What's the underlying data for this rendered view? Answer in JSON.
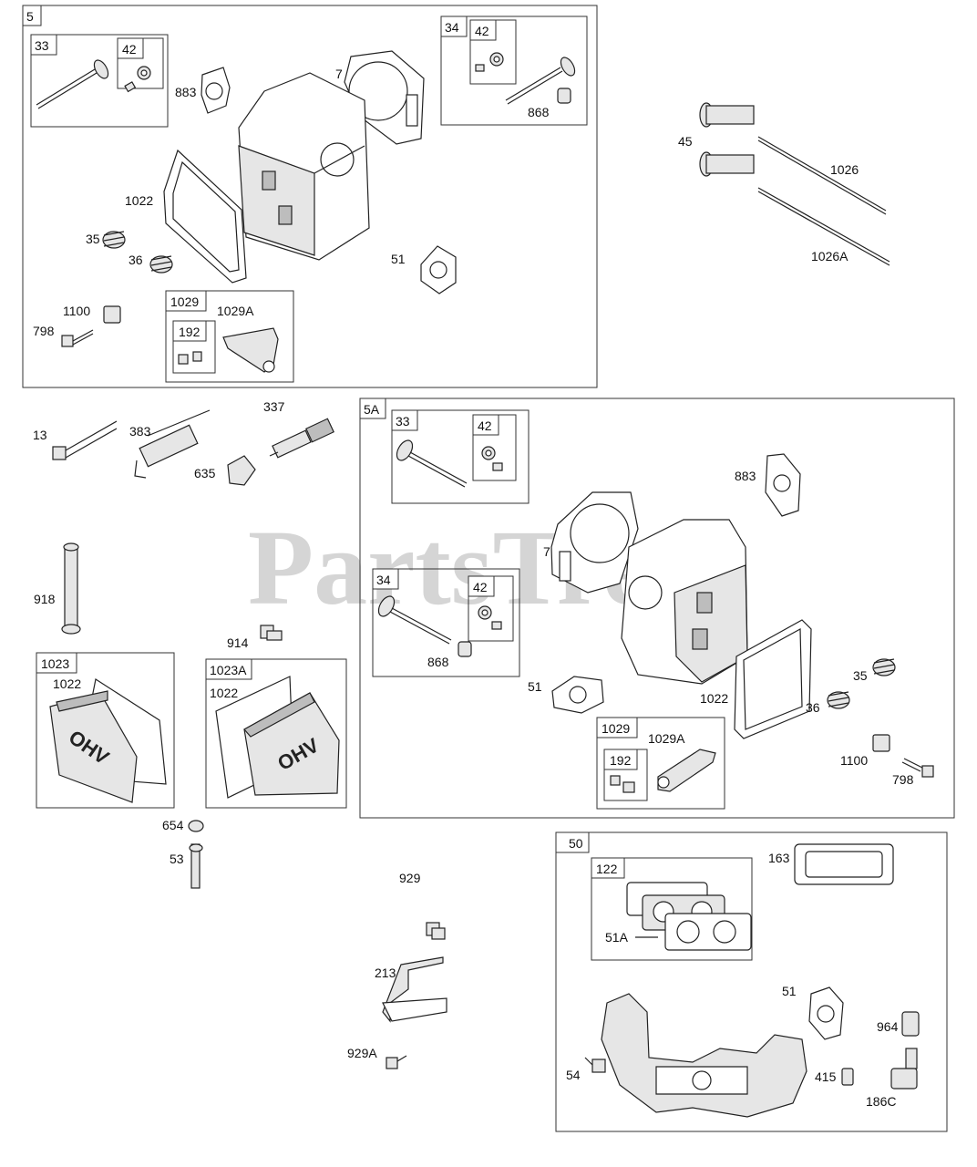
{
  "watermark": "PartsTree",
  "cover_brand": "OHV",
  "groups": {
    "g5": "5",
    "g5_33": "33",
    "g5_33_42": "42",
    "g5_34": "34",
    "g5_34_42": "42",
    "g5_1029": "1029",
    "g5_1029_192": "192",
    "g5a": "5A",
    "g5a_33": "33",
    "g5a_33_42": "42",
    "g5a_34": "34",
    "g5a_34_42": "42",
    "g5a_1029": "1029",
    "g5a_1029_192": "192",
    "g1023": "1023",
    "g1023a": "1023A",
    "g50": "50",
    "g50_122": "122"
  },
  "labels": {
    "l5_883": "883",
    "l5_7": "7",
    "l5_868": "868",
    "l5_1022": "1022",
    "l5_35": "35",
    "l5_36": "36",
    "l5_51": "51",
    "l5_1100": "1100",
    "l5_798": "798",
    "l5_1029a": "1029A",
    "l45": "45",
    "l1026": "1026",
    "l1026a": "1026A",
    "l13": "13",
    "l383": "383",
    "l337": "337",
    "l635": "635",
    "l918": "918",
    "l914": "914",
    "l1023_1022": "1022",
    "l1023a_1022": "1022",
    "l654": "654",
    "l53": "53",
    "l5a_883": "883",
    "l5a_7": "7",
    "l5a_868": "868",
    "l5a_51": "51",
    "l5a_1022": "1022",
    "l5a_35": "35",
    "l5a_36": "36",
    "l5a_1029a": "1029A",
    "l5a_1100": "1100",
    "l5a_798": "798",
    "l929": "929",
    "l213": "213",
    "l929a": "929A",
    "l163": "163",
    "l51a": "51A",
    "l50_51": "51",
    "l964": "964",
    "l54": "54",
    "l415": "415",
    "l186c": "186C"
  }
}
